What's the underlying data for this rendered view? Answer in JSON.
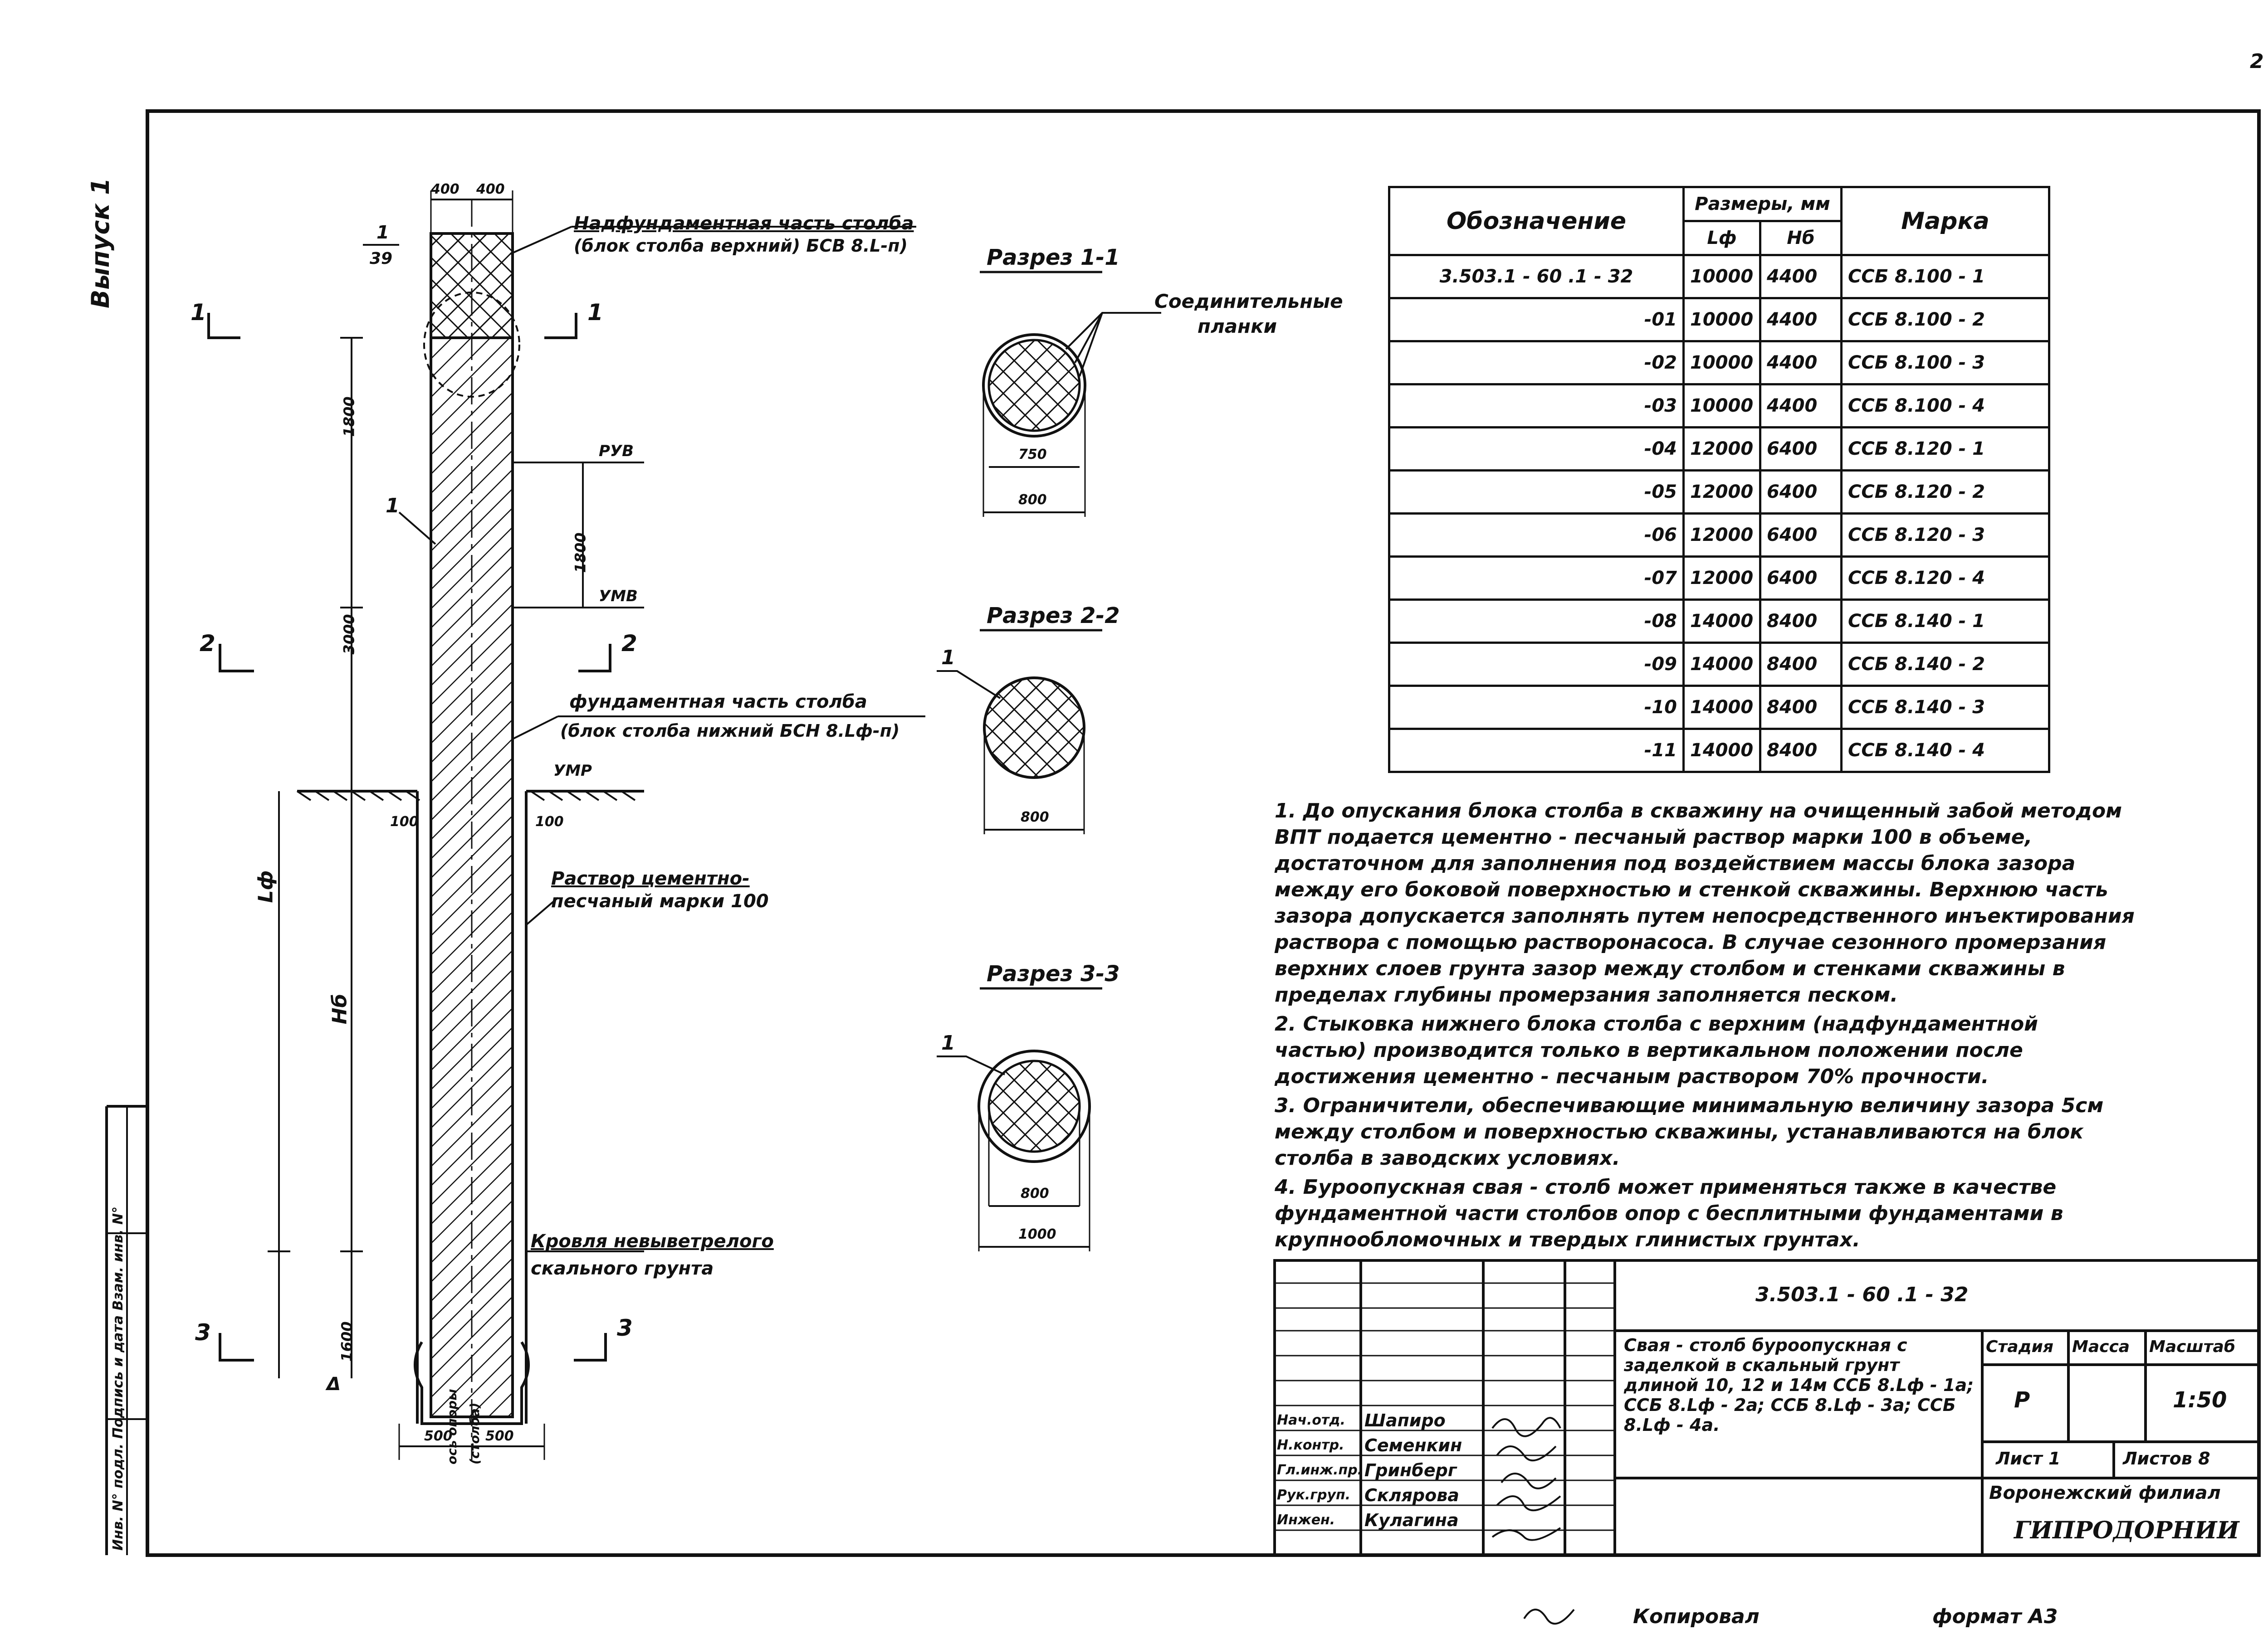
{
  "page_number": "2",
  "side_label": "Выпуск 1",
  "side_inventory": "Инв. N° подл.   Подпись и дата   Взам. инв. N°",
  "column": {
    "top_part_title": "Надфундаментная часть столба",
    "top_part_sub": "(блок столба верхний) БСВ 8.L-п)",
    "bottom_part_title": "фундаментная часть столба",
    "bottom_part_sub": "(блок столба нижний БСН 8.Lф-п)",
    "mortar_label": "Раствор цементно-",
    "mortar_label2": "песчаный марки 100",
    "rock_label": "Кровля невыветрелого",
    "rock_label2": "скального грунта",
    "scale_label_1": "1",
    "scale_label_39": "39",
    "dim_top_left": "400",
    "dim_top_right": "400",
    "dim_1800": "1800",
    "dim_1800b": "1800",
    "dim_3000": "3000",
    "dim_1600": "1600",
    "dim_100_left": "100",
    "dim_100_right": "100",
    "dim_500_left": "500",
    "dim_500_right": "500",
    "label_ruv": "РУВ",
    "label_umv": "УМВ",
    "label_umr": "УМР",
    "label_l": "Lф",
    "label_h": "Hб",
    "label_delta": "Δ",
    "label_ax_opory": "ось опоры",
    "label_stolba": "(столба)",
    "section_marks": [
      "1",
      "1",
      "2",
      "2",
      "3",
      "3"
    ],
    "leader_1": "1"
  },
  "sections": [
    {
      "title": "Разрез 1-1",
      "dim_inner": "750",
      "dim_outer": "800",
      "callout": "Соединительные",
      "callout2": "планки"
    },
    {
      "title": "Разрез 2-2",
      "dim_outer": "800",
      "callout": "1"
    },
    {
      "title": "Разрез 3-3",
      "dim_inner": "800",
      "dim_outer": "1000",
      "callout": "1"
    }
  ],
  "spec_table": {
    "header_designation": "Обозначение",
    "header_sizes": "Размеры, мм",
    "header_l": "Lф",
    "header_h": "Hб",
    "header_mark": "Марка",
    "rows": [
      {
        "d": "3.503.1 - 60 .1 - 32",
        "l": "10000",
        "h": "4400",
        "m": "ССБ 8.100 - 1"
      },
      {
        "d": "-01",
        "l": "10000",
        "h": "4400",
        "m": "ССБ 8.100 - 2"
      },
      {
        "d": "-02",
        "l": "10000",
        "h": "4400",
        "m": "ССБ 8.100 - 3"
      },
      {
        "d": "-03",
        "l": "10000",
        "h": "4400",
        "m": "ССБ 8.100 - 4"
      },
      {
        "d": "-04",
        "l": "12000",
        "h": "6400",
        "m": "ССБ 8.120 - 1"
      },
      {
        "d": "-05",
        "l": "12000",
        "h": "6400",
        "m": "ССБ 8.120 - 2"
      },
      {
        "d": "-06",
        "l": "12000",
        "h": "6400",
        "m": "ССБ 8.120 - 3"
      },
      {
        "d": "-07",
        "l": "12000",
        "h": "6400",
        "m": "ССБ 8.120 - 4"
      },
      {
        "d": "-08",
        "l": "14000",
        "h": "8400",
        "m": "ССБ 8.140 - 1"
      },
      {
        "d": "-09",
        "l": "14000",
        "h": "8400",
        "m": "ССБ 8.140 - 2"
      },
      {
        "d": "-10",
        "l": "14000",
        "h": "8400",
        "m": "ССБ 8.140 - 3"
      },
      {
        "d": "-11",
        "l": "14000",
        "h": "8400",
        "m": "ССБ 8.140 - 4"
      }
    ]
  },
  "notes": [
    "1. До опускания блока столба в скважину на очищенный забой методом ВПТ подается цементно - песчаный раствор марки 100 в объеме, достаточном для заполнения под воздействием массы блока зазора между его боковой поверхностью и стенкой скважины. Верхнюю часть зазора допускается заполнять путем непосредственного инъектирования раствора с помощью растворонасоса. В случае сезонного промерзания верхних слоев грунта зазор между столбом и стенками скважины в пределах глубины промерзания заполняется песком.",
    "2. Стыковка нижнего блока столба с верхним (надфундаментной частью) производится только в вертикальном положении после достижения цементно - песчаным раствором 70% прочности.",
    "3. Ограничители, обеспечивающие минимальную величину зазора 5см между столбом и поверхностью скважины, устанавливаются на блок столба в заводских условиях.",
    "4. Буроопускная свая - столб может применяться также в качестве фундаментной части столбов опор с бесплитными фундаментами в крупнообломочных и твердых глинистых грунтах."
  ],
  "title_block": {
    "code": "3.503.1 - 60 .1 - 32",
    "description": "Свая - столб буроопускная с заделкой в скальный грунт длиной 10, 12 и 14м ССБ 8.Lф - 1а; ССБ 8.Lф - 2а; ССБ 8.Lф - 3а; ССБ 8.Lф - 4а.",
    "stage_label": "Стадия",
    "mass_label": "Масса",
    "scale_label": "Масштаб",
    "stage": "Р",
    "scale": "1:50",
    "sheet": "Лист 1",
    "sheets": "Листов 8",
    "org1": "Воронежский филиал",
    "org2": "ГИПРОДОРНИИ",
    "people": [
      {
        "role": "Нач.отд.",
        "name": "Шапиро"
      },
      {
        "role": "Н.контр.",
        "name": "Семенкин"
      },
      {
        "role": "Гл.инж.пр.",
        "name": "Гринберг"
      },
      {
        "role": "Рук.груп.",
        "name": "Склярова"
      },
      {
        "role": "Инжен.",
        "name": "Кулагина"
      }
    ]
  },
  "footer": {
    "copied": "Копировал",
    "format": "формат А3"
  }
}
